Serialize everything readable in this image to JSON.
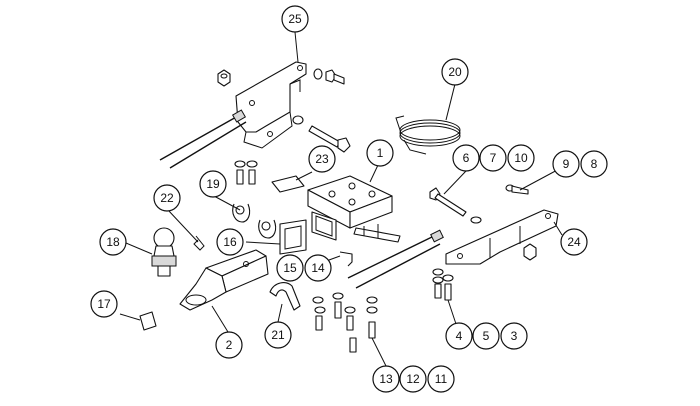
{
  "diagram": {
    "type": "exploded-parts-view",
    "callouts": [
      {
        "label": "25"
      },
      {
        "label": "20"
      },
      {
        "label": "1"
      },
      {
        "label": "23"
      },
      {
        "label": "6"
      },
      {
        "label": "7"
      },
      {
        "label": "10"
      },
      {
        "label": "9"
      },
      {
        "label": "8"
      },
      {
        "label": "19"
      },
      {
        "label": "22"
      },
      {
        "label": "18"
      },
      {
        "label": "16"
      },
      {
        "label": "15"
      },
      {
        "label": "14"
      },
      {
        "label": "24"
      },
      {
        "label": "17"
      },
      {
        "label": "2"
      },
      {
        "label": "21"
      },
      {
        "label": "4"
      },
      {
        "label": "5"
      },
      {
        "label": "3"
      },
      {
        "label": "13"
      },
      {
        "label": "12"
      },
      {
        "label": "11"
      }
    ]
  },
  "colors": {
    "line": "#111111",
    "background": "#ffffff",
    "shade": "#d9d9d9"
  }
}
